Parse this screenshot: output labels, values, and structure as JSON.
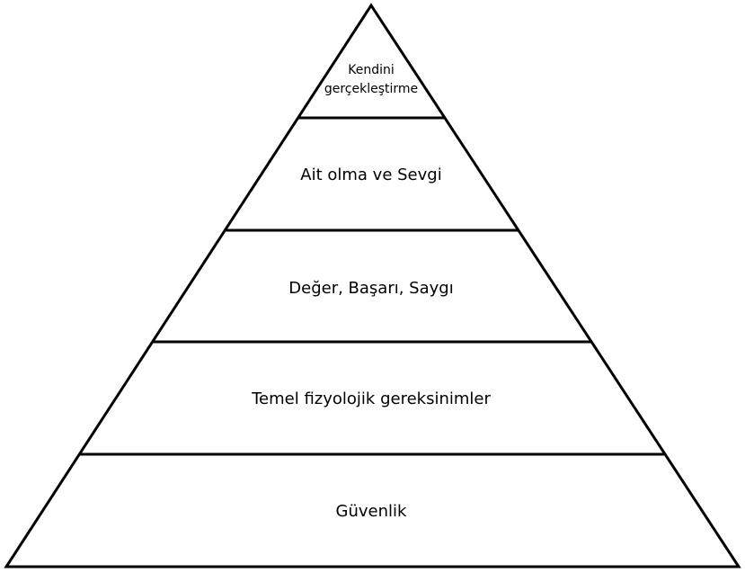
{
  "levels": [
    {
      "label_lines": [
        "Kendini",
        "gerçekleştirme"
      ]
    },
    {
      "label": "Ait olma ve Sevgi"
    },
    {
      "label": "Değer, Başarı, Saygı"
    },
    {
      "label": "Temel fizyolojik gereksinimler"
    },
    {
      "label": "Güvenlik"
    }
  ],
  "colors": {
    "stroke": "#000000",
    "fill": "#ffffff"
  }
}
